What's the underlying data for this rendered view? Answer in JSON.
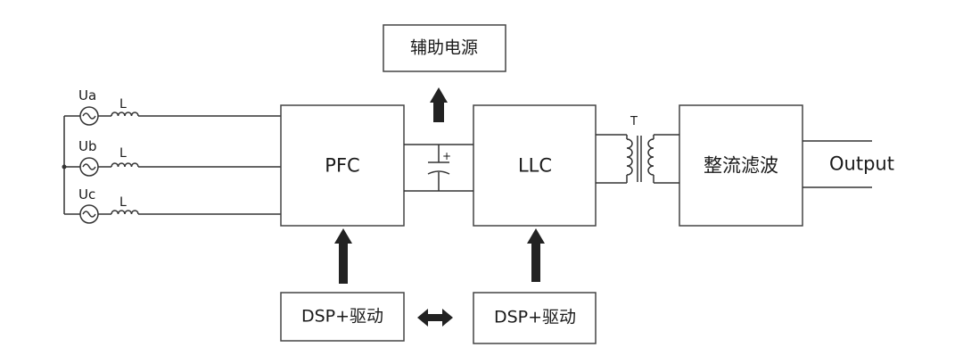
{
  "sources": [
    {
      "name": "Ua",
      "inductor": "L"
    },
    {
      "name": "Ub",
      "inductor": "L"
    },
    {
      "name": "Uc",
      "inductor": "L"
    }
  ],
  "blocks": {
    "pfc": "PFC",
    "llc": "LLC",
    "rectifier_filter": "整流滤波",
    "aux_power": "辅助电源",
    "dsp_driver_1": "DSP+驱动",
    "dsp_driver_2": "DSP+驱动"
  },
  "transformer_label": "T",
  "capacitor_polarity": "+",
  "output_label": "Output",
  "colors": {
    "line": "#333333",
    "block_border": "#444444",
    "arrow": "#222222",
    "background": "#ffffff"
  }
}
